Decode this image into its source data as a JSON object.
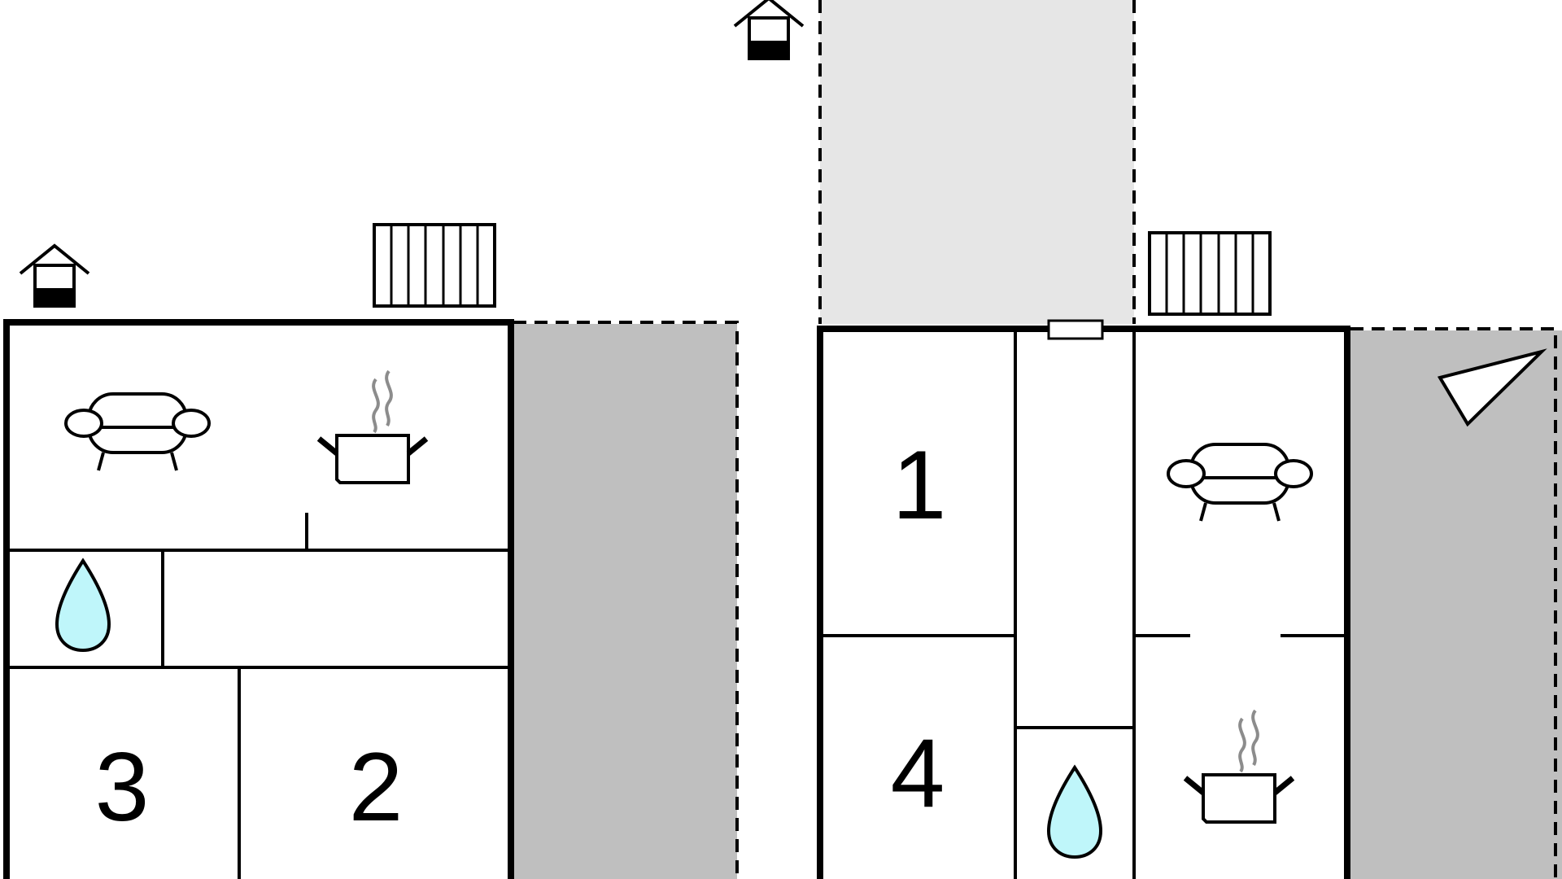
{
  "floor_plan": {
    "colors": {
      "background": "#ffffff",
      "wall": "#000000",
      "terrace": "#bfbfbf",
      "carport": "#e6e6e6",
      "water": "#bff6fa",
      "steam": "#8c8c8c"
    },
    "left_unit": {
      "rooms": {
        "room_3": "3",
        "room_2": "2"
      },
      "icons": [
        "entrance-icon",
        "fence-icon",
        "sofa-icon",
        "cooking-pot-icon",
        "bathroom-drop-icon"
      ]
    },
    "right_unit": {
      "rooms": {
        "room_1": "1",
        "room_4": "4"
      },
      "icons": [
        "entrance-icon",
        "fence-icon",
        "sofa-icon",
        "cooking-pot-icon",
        "bathroom-drop-icon",
        "compass-icon"
      ]
    }
  }
}
